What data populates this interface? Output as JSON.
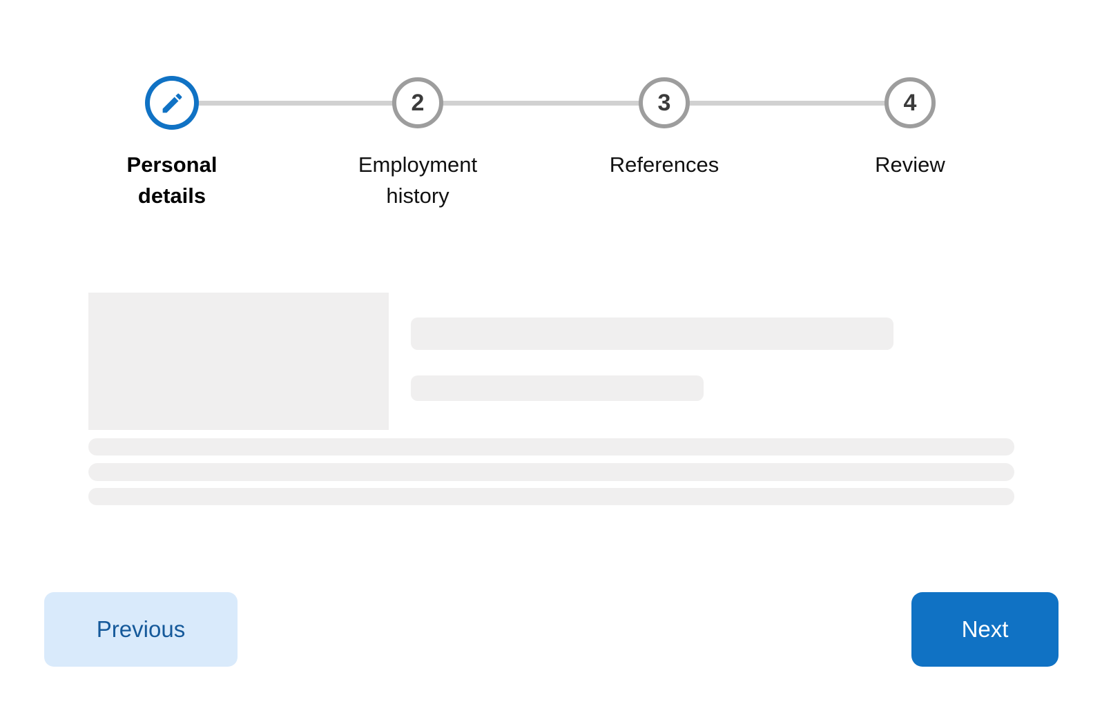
{
  "stepper": {
    "steps": [
      {
        "id": 1,
        "label": "Personal details",
        "state": "active",
        "icon": "pencil-icon",
        "number": ""
      },
      {
        "id": 2,
        "label": "Employment history",
        "state": "upcoming",
        "number": "2"
      },
      {
        "id": 3,
        "label": "References",
        "state": "upcoming",
        "number": "3"
      },
      {
        "id": 4,
        "label": "Review",
        "state": "upcoming",
        "number": "4"
      }
    ]
  },
  "content": {
    "placeholders": [
      "image-block",
      "heading-bar",
      "subheading-bar",
      "text-row-1",
      "text-row-2",
      "text-row-3"
    ]
  },
  "footer": {
    "previous_label": "Previous",
    "next_label": "Next"
  },
  "colors": {
    "accent_blue": "#1072c4",
    "previous_button_bg": "#d9eafb",
    "previous_button_text": "#15599a",
    "next_button_text": "#ffffff",
    "inactive_circle_border": "#9d9d9d",
    "step_number_text": "#3b3b3b",
    "connector_gray": "#d1d1d1",
    "skeleton_gray": "#f0efef",
    "label_text": "#000000"
  }
}
